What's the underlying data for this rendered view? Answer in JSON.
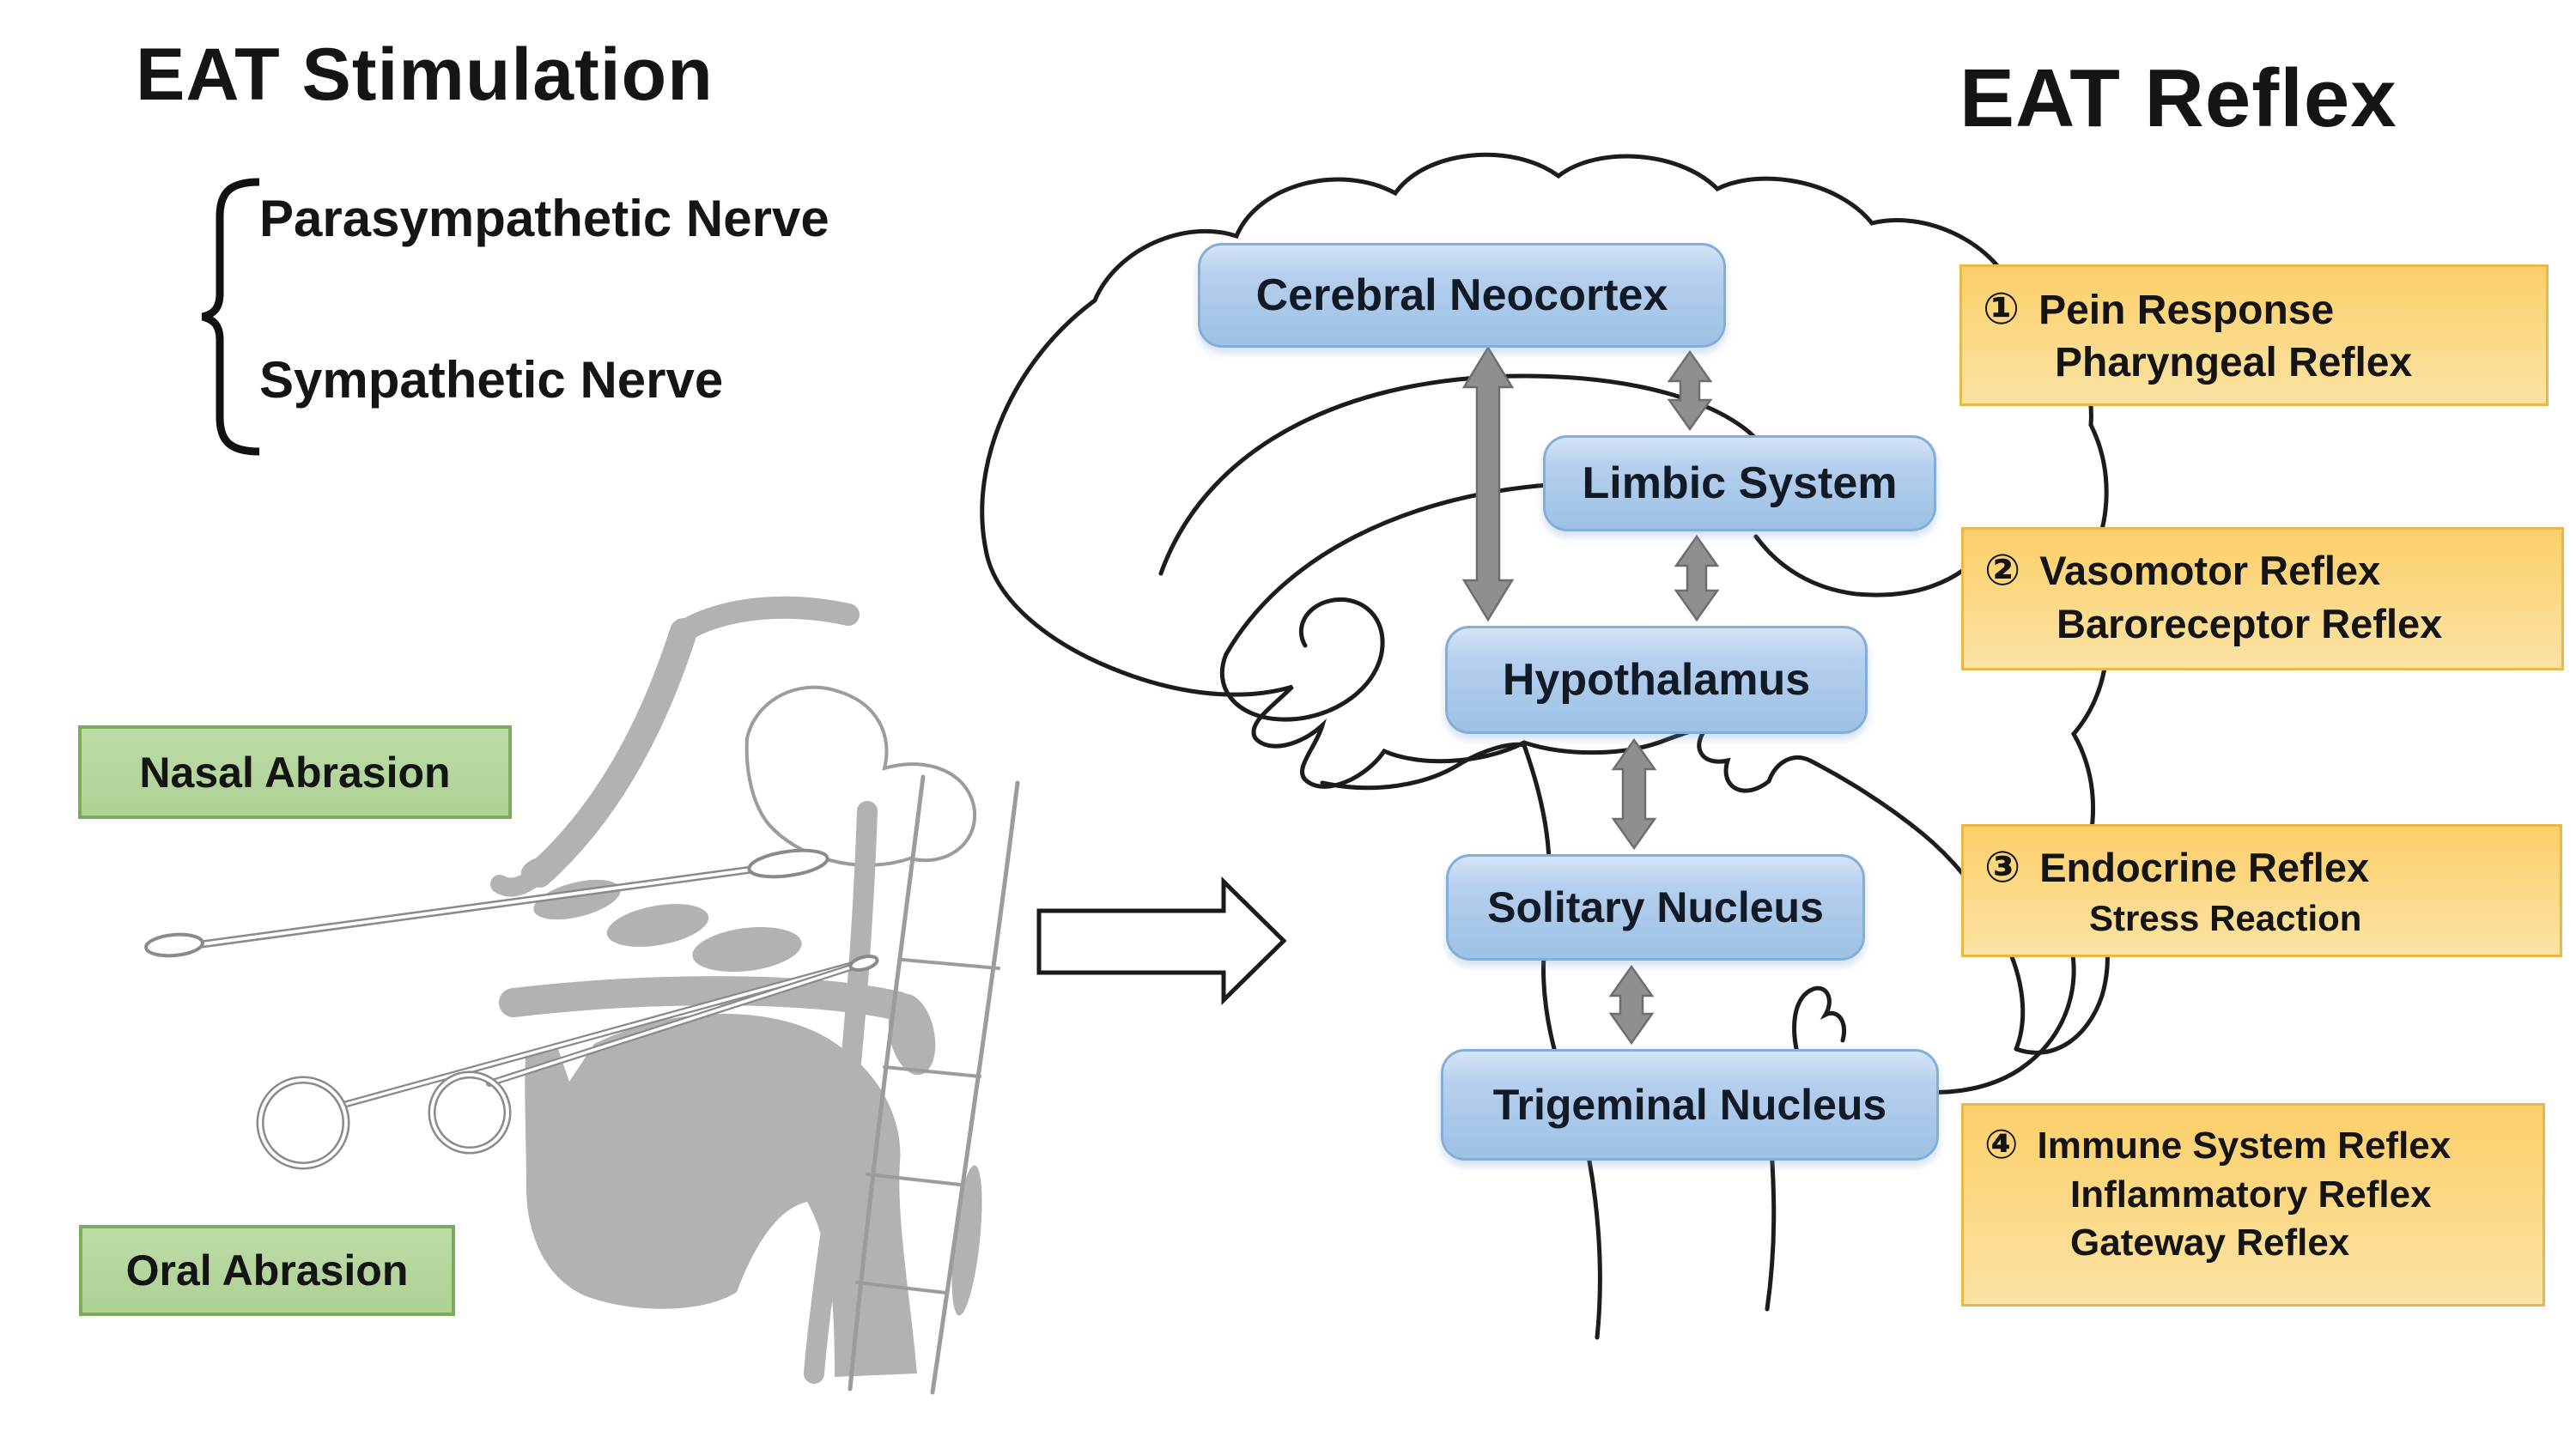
{
  "left_panel": {
    "title": "EAT Stimulation",
    "nerve_labels": [
      "Parasympathetic Nerve",
      "Sympathetic Nerve"
    ],
    "nasal_label": "Nasal Abrasion",
    "oral_label": "Oral Abrasion"
  },
  "right_panel": {
    "title": "EAT Reflex",
    "brain_nodes": [
      "Cerebral Neocortex",
      "Limbic System",
      "Hypothalamus",
      "Solitary Nucleus",
      "Trigeminal Nucleus"
    ],
    "reflex_boxes": [
      {
        "number": "①",
        "lines": [
          "Pein Response",
          "Pharyngeal Reflex"
        ]
      },
      {
        "number": "②",
        "lines": [
          "Vasomotor Reflex",
          "Baroreceptor Reflex"
        ]
      },
      {
        "number": "③",
        "lines": [
          "Endocrine Reflex",
          "Stress Reaction"
        ]
      },
      {
        "number": "④",
        "lines": [
          "Immune System Reflex",
          "Inflammatory Reflex",
          "Gateway Reflex"
        ]
      }
    ]
  },
  "colors": {
    "node_fill_top": "#d5e4f6",
    "node_fill_bottom": "#9cc2e5",
    "node_border": "#84aeda",
    "reflex_fill_top": "#fccf69",
    "reflex_fill_bottom": "#fbe3a4",
    "reflex_border": "#e8b84b",
    "green_fill_top": "#bcdca6",
    "green_fill": "#aed194",
    "green_border": "#7cab5b",
    "arrow_gray": "#8f8f8f",
    "anatomy_gray": "#b2b2b2",
    "outline_black": "#1c1c1c"
  }
}
